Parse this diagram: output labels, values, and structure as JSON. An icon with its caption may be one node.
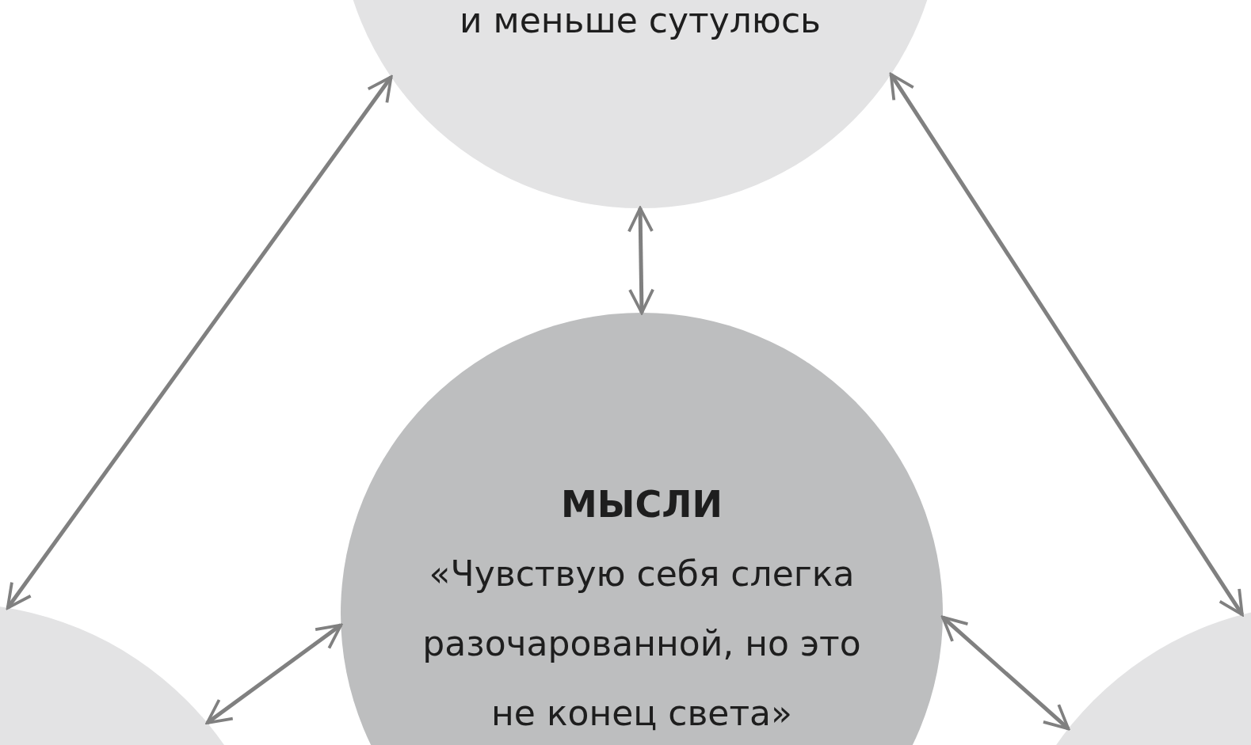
{
  "diagram": {
    "nodes": [
      {
        "text": [
          "и меньше сутулюсь"
        ]
      },
      {
        "text": [],
        "shape": "circle"
      },
      {
        "text": [
          "МЫСЛИ",
          "«Чувствую себя слегка разочарованной, но это не конец света»"
        ]
      },
      {
        "text": [],
        "shape": "circle"
      }
    ],
    "edges": [
      {
        "from": 0,
        "to": 1,
        "arrow": "both"
      },
      {
        "from": 0,
        "to": 2,
        "arrow": "both"
      },
      {
        "from": 0,
        "to": 3,
        "arrow": "both"
      },
      {
        "from": 2,
        "to": 1,
        "arrow": "both"
      },
      {
        "from": 2,
        "to": 3,
        "arrow": "both"
      }
    ]
  }
}
